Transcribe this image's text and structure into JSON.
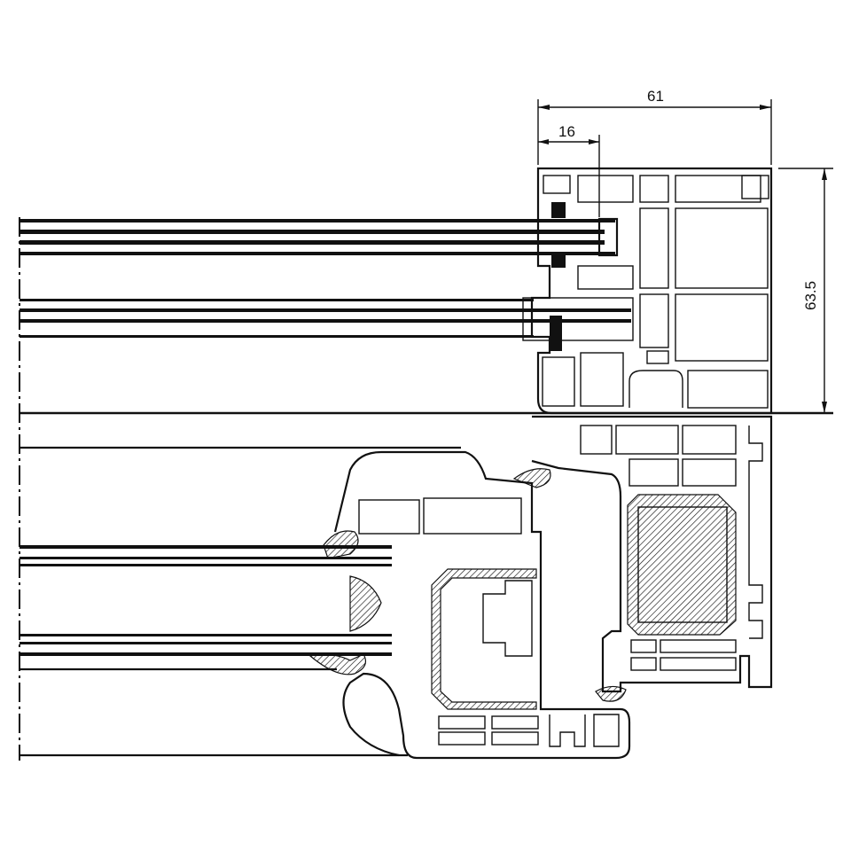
{
  "drawing": {
    "dimensions": {
      "overall_width": "61",
      "glass_offset": "16",
      "frame_height": "63.5"
    },
    "colors": {
      "line": "#111111",
      "background": "#ffffff"
    }
  }
}
